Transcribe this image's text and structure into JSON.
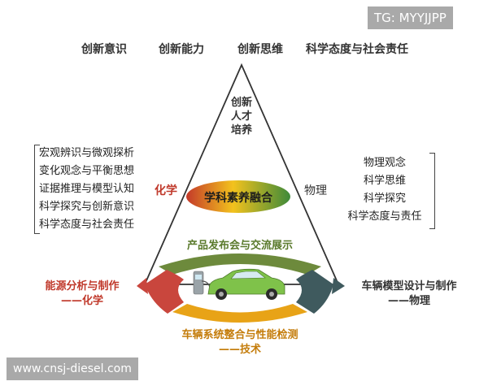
{
  "watermark_top": "TG: MYYJJPP",
  "watermark_bottom": "www.cnsj-diesel.com",
  "top_labels": [
    "创新意识",
    "创新能力",
    "创新思维",
    "科学态度与社会责任"
  ],
  "apex_text": [
    "创新",
    "人才",
    "培养"
  ],
  "core_label": "学科素养融合",
  "left_subject": "化学",
  "right_subject": "物理",
  "chemistry_items": [
    "宏观辨识与微观探析",
    "变化观念与平衡思想",
    "证据推理与模型认知",
    "科学探究与创新意识",
    "科学态度与社会责任"
  ],
  "physics_items": [
    "物理观念",
    "科学思维",
    "科学探究",
    "科学态度与责任"
  ],
  "top_arc_label": "产品发布会与交流展示",
  "left_segment": {
    "line1": "能源分析与制作",
    "line2": "——化学"
  },
  "right_segment": {
    "line1": "车辆模型设计与制作",
    "line2": "——物理"
  },
  "bottom_segment": {
    "line1": "车辆系统整合与性能检测",
    "line2": "——技术"
  },
  "colors": {
    "left_segment": "#c9463d",
    "right_segment": "#3f5a5e",
    "top_segment": "#6d8a3c",
    "bottom_segment": "#e8a317",
    "car_body": "#7fc24a"
  }
}
